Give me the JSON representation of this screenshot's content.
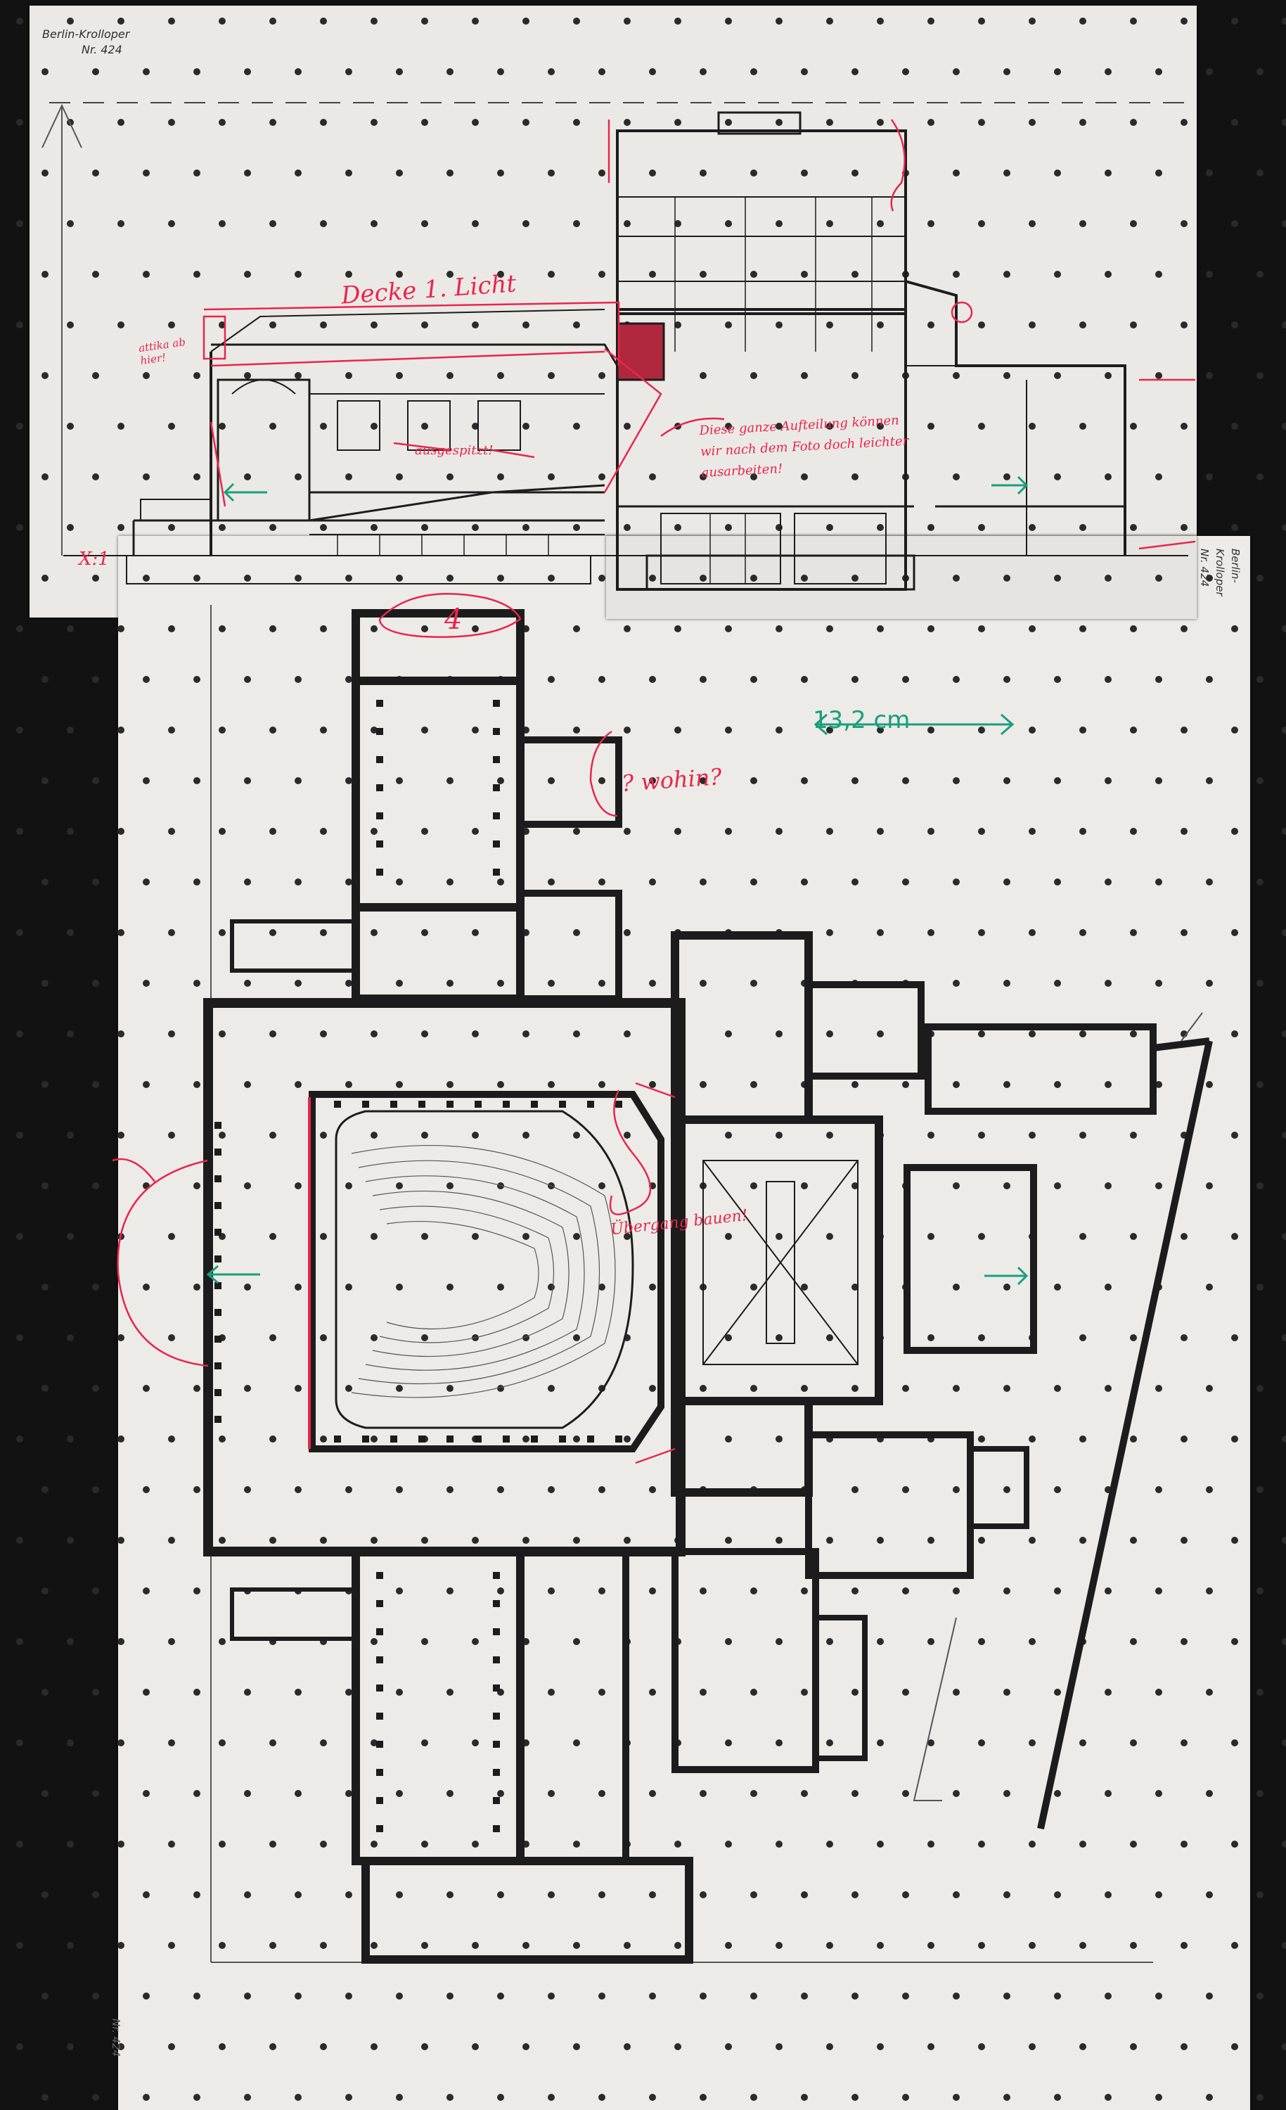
{
  "document": {
    "archive_label": {
      "line1": "Berlin-Krolloper",
      "line2": "Nr. 424"
    },
    "side_label": "Berlin-Krolloper Nr. 424",
    "bottom_label": "Nr. 424",
    "annotations": {
      "ceiling_note": "Decke 1. Licht",
      "attic_note": "attika ab hier!",
      "photo_note": "Diese ganze Aufteilung können wir nach dem Foto doch leichter ausarbeiten!",
      "spacing_note": "ausgespitzt!",
      "question_note": "? wohin?",
      "transform_note": "Übergang bauen!",
      "xl_note": "X:1",
      "measure_note": "13,2 cm",
      "stage_marker": "4"
    },
    "colors": {
      "paper": "#ecebe7",
      "board": "#121212",
      "ink": "#1c1c1c",
      "red_pen": "#e8264d",
      "green_pen": "#1a9f7c"
    }
  }
}
